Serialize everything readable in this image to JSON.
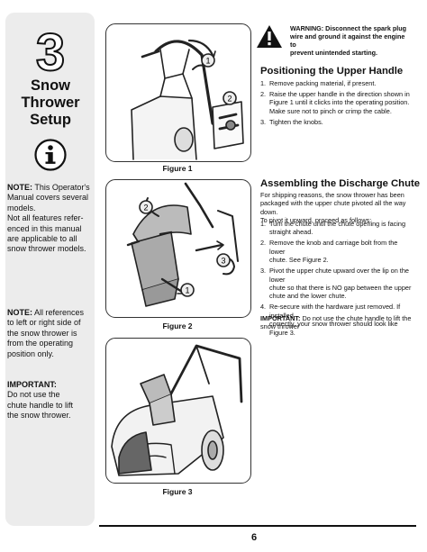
{
  "sidebar": {
    "step_number": "3",
    "title_lines": [
      "Snow",
      "Thrower",
      "Setup"
    ],
    "note1": {
      "label": "NOTE:",
      "lines": [
        "This Operator's",
        "Manual covers several",
        "models.",
        "Not all features refer-",
        "enced in this manual",
        "are applicable to all",
        "snow thrower models."
      ]
    },
    "note2": {
      "label": "NOTE:",
      "lines": [
        "All references",
        "to left or right side of",
        "the snow thrower is",
        "from the operating",
        "position only."
      ]
    },
    "note3": {
      "label": "IMPORTANT:",
      "lines": [
        "Do not use the",
        "chute handle to lift",
        "the snow thrower."
      ]
    }
  },
  "figures": [
    {
      "caption": "Figure 1",
      "callouts": [
        "1",
        "2"
      ]
    },
    {
      "caption": "Figure 2",
      "callouts": [
        "2",
        "3",
        "1"
      ]
    },
    {
      "caption": "Figure 3",
      "callouts": []
    }
  ],
  "warning": {
    "lines": [
      "WARNING: Disconnect the spark plug",
      "wire and ground it against the engine to",
      "prevent unintended starting."
    ]
  },
  "upper_handle": {
    "heading": "Positioning the Upper Handle",
    "steps": [
      {
        "num": "1.",
        "lines": [
          "Remove packing material, if present."
        ]
      },
      {
        "num": "2.",
        "lines": [
          "Raise the upper handle in the direction shown in",
          "Figure 1 until it clicks into the operating position.",
          "Make sure not to pinch or crimp the cable."
        ]
      },
      {
        "num": "3.",
        "lines": [
          "Tighten the knobs."
        ]
      }
    ]
  },
  "discharge_chute": {
    "heading": "Assembling the Discharge Chute",
    "intro_lines": [
      "For shipping reasons, the snow thrower has been",
      "packaged with the upper chute pivoted all the way down.",
      "To pivot it upward, proceed as follows:"
    ],
    "steps": [
      {
        "num": "1.",
        "lines": [
          "Turn the chute until the chute opening is facing",
          "straight ahead."
        ]
      },
      {
        "num": "2.",
        "lines": [
          "Remove the knob and carriage bolt from the lower",
          "chute. See Figure 2."
        ]
      },
      {
        "num": "3.",
        "lines": [
          "Pivot the upper chute upward over the lip on the lower",
          "chute so that there is NO gap between the upper",
          "chute and the lower chute."
        ]
      },
      {
        "num": "4.",
        "lines": [
          "Re-secure with the hardware just removed. If installed",
          "correctly, your snow thrower should look like Figure 3."
        ]
      }
    ],
    "important_label": "IMPORTANT:",
    "important_lines": [
      "Do not use the chute handle to lift the",
      "snow thrower"
    ]
  },
  "page_number": "6"
}
